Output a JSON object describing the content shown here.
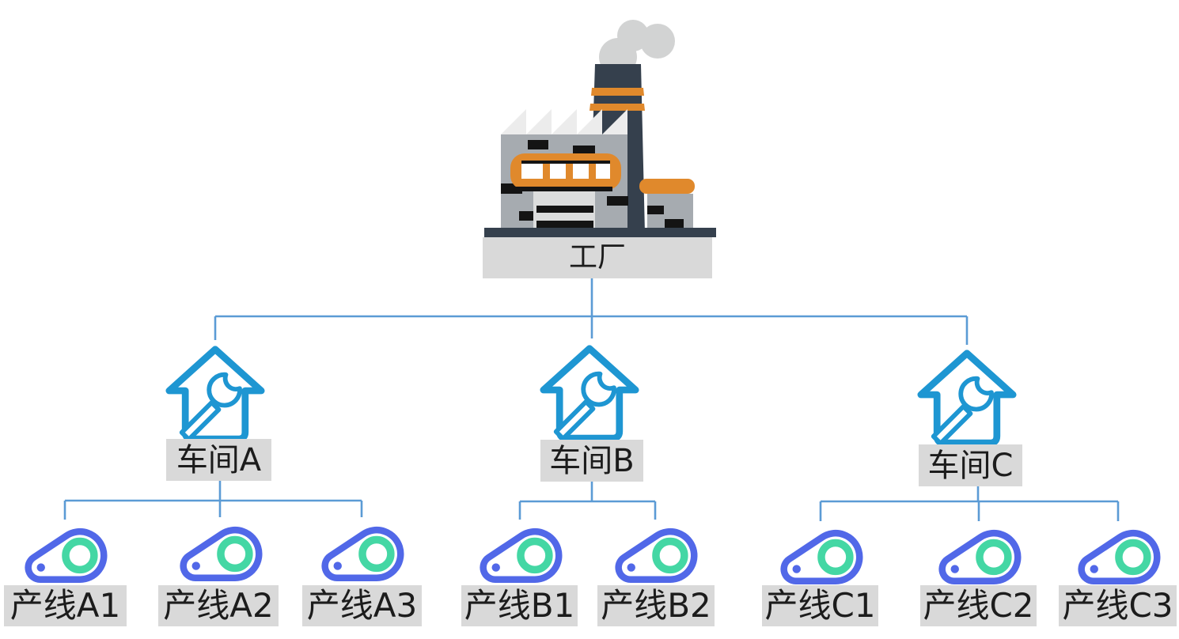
{
  "diagram": {
    "type": "hierarchy-tree",
    "root": {
      "label": "工厂",
      "icon": "factory-icon"
    },
    "workshops": [
      {
        "label": "车间A",
        "icon": "workshop-house-wrench-icon",
        "lines": [
          {
            "label": "产线A1",
            "icon": "production-line-icon"
          },
          {
            "label": "产线A2",
            "icon": "production-line-icon"
          },
          {
            "label": "产线A3",
            "icon": "production-line-icon"
          }
        ]
      },
      {
        "label": "车间B",
        "icon": "workshop-house-wrench-icon",
        "lines": [
          {
            "label": "产线B1",
            "icon": "production-line-icon"
          },
          {
            "label": "产线B2",
            "icon": "production-line-icon"
          }
        ]
      },
      {
        "label": "车间C",
        "icon": "workshop-house-wrench-icon",
        "lines": [
          {
            "label": "产线C1",
            "icon": "production-line-icon"
          },
          {
            "label": "产线C2",
            "icon": "production-line-icon"
          },
          {
            "label": "产线C3",
            "icon": "production-line-icon"
          }
        ]
      }
    ],
    "colors": {
      "connector": "#5b9bd5",
      "workshop_blue": "#1e96d2",
      "line_blue": "#5168e8",
      "line_green": "#44d7a4",
      "label_bg": "#d9d9d9",
      "label_text": "#1c1c1c",
      "factory_dark": "#35404d",
      "factory_orange": "#e0892c",
      "factory_gray": "#a6abb0",
      "factory_light_gray": "#dcdddd",
      "factory_teeth": "#ececec",
      "smoke": "#d2d3d3",
      "black_detail": "#141414"
    }
  }
}
